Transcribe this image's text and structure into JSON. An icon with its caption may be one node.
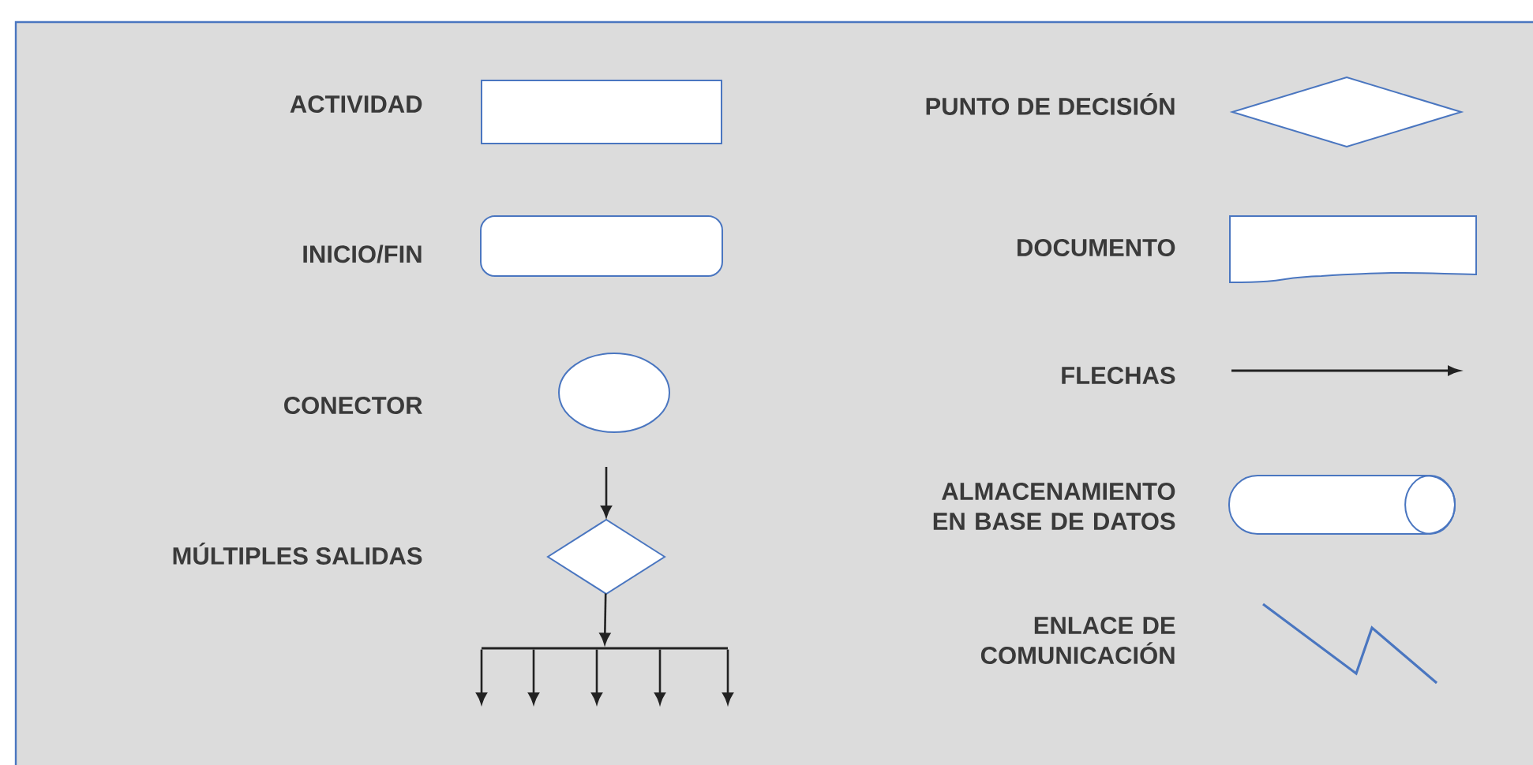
{
  "diagram": {
    "nodes": [
      {
        "text": [],
        "shape": "box"
      },
      {
        "text": [],
        "shape": "diamond"
      },
      {
        "text": [],
        "shape": "rounded-box"
      },
      {
        "text": [],
        "shape": "document"
      },
      {
        "text": [],
        "shape": "circle"
      },
      {
        "text": [],
        "shape": "diamond"
      },
      {
        "text": [],
        "shape": "cylinder"
      },
      {
        "text": [],
        "shape": "bar"
      }
    ],
    "edges": [
      {
        "from": null,
        "to": 5,
        "arrow": "to"
      },
      {
        "from": 5,
        "to": 7,
        "arrow": "to"
      },
      {
        "from": 7,
        "to": null,
        "arrow": "to"
      },
      {
        "from": 7,
        "to": null,
        "arrow": "to"
      },
      {
        "from": 7,
        "to": null,
        "arrow": "to"
      },
      {
        "from": 7,
        "to": null,
        "arrow": "to"
      },
      {
        "from": 7,
        "to": null,
        "arrow": "to"
      }
    ],
    "labels": [
      "ACTIVIDAD",
      "PUNTO DE DECISIÓN",
      "INICIO/FIN",
      "DOCUMENTO",
      "CONECTOR",
      "FLECHAS",
      "MÚLTIPLES SALIDAS",
      "ALMACENAMIENTO EN BASE DE DATOS",
      "ENLACE DE COMUNICACIÓN"
    ]
  }
}
